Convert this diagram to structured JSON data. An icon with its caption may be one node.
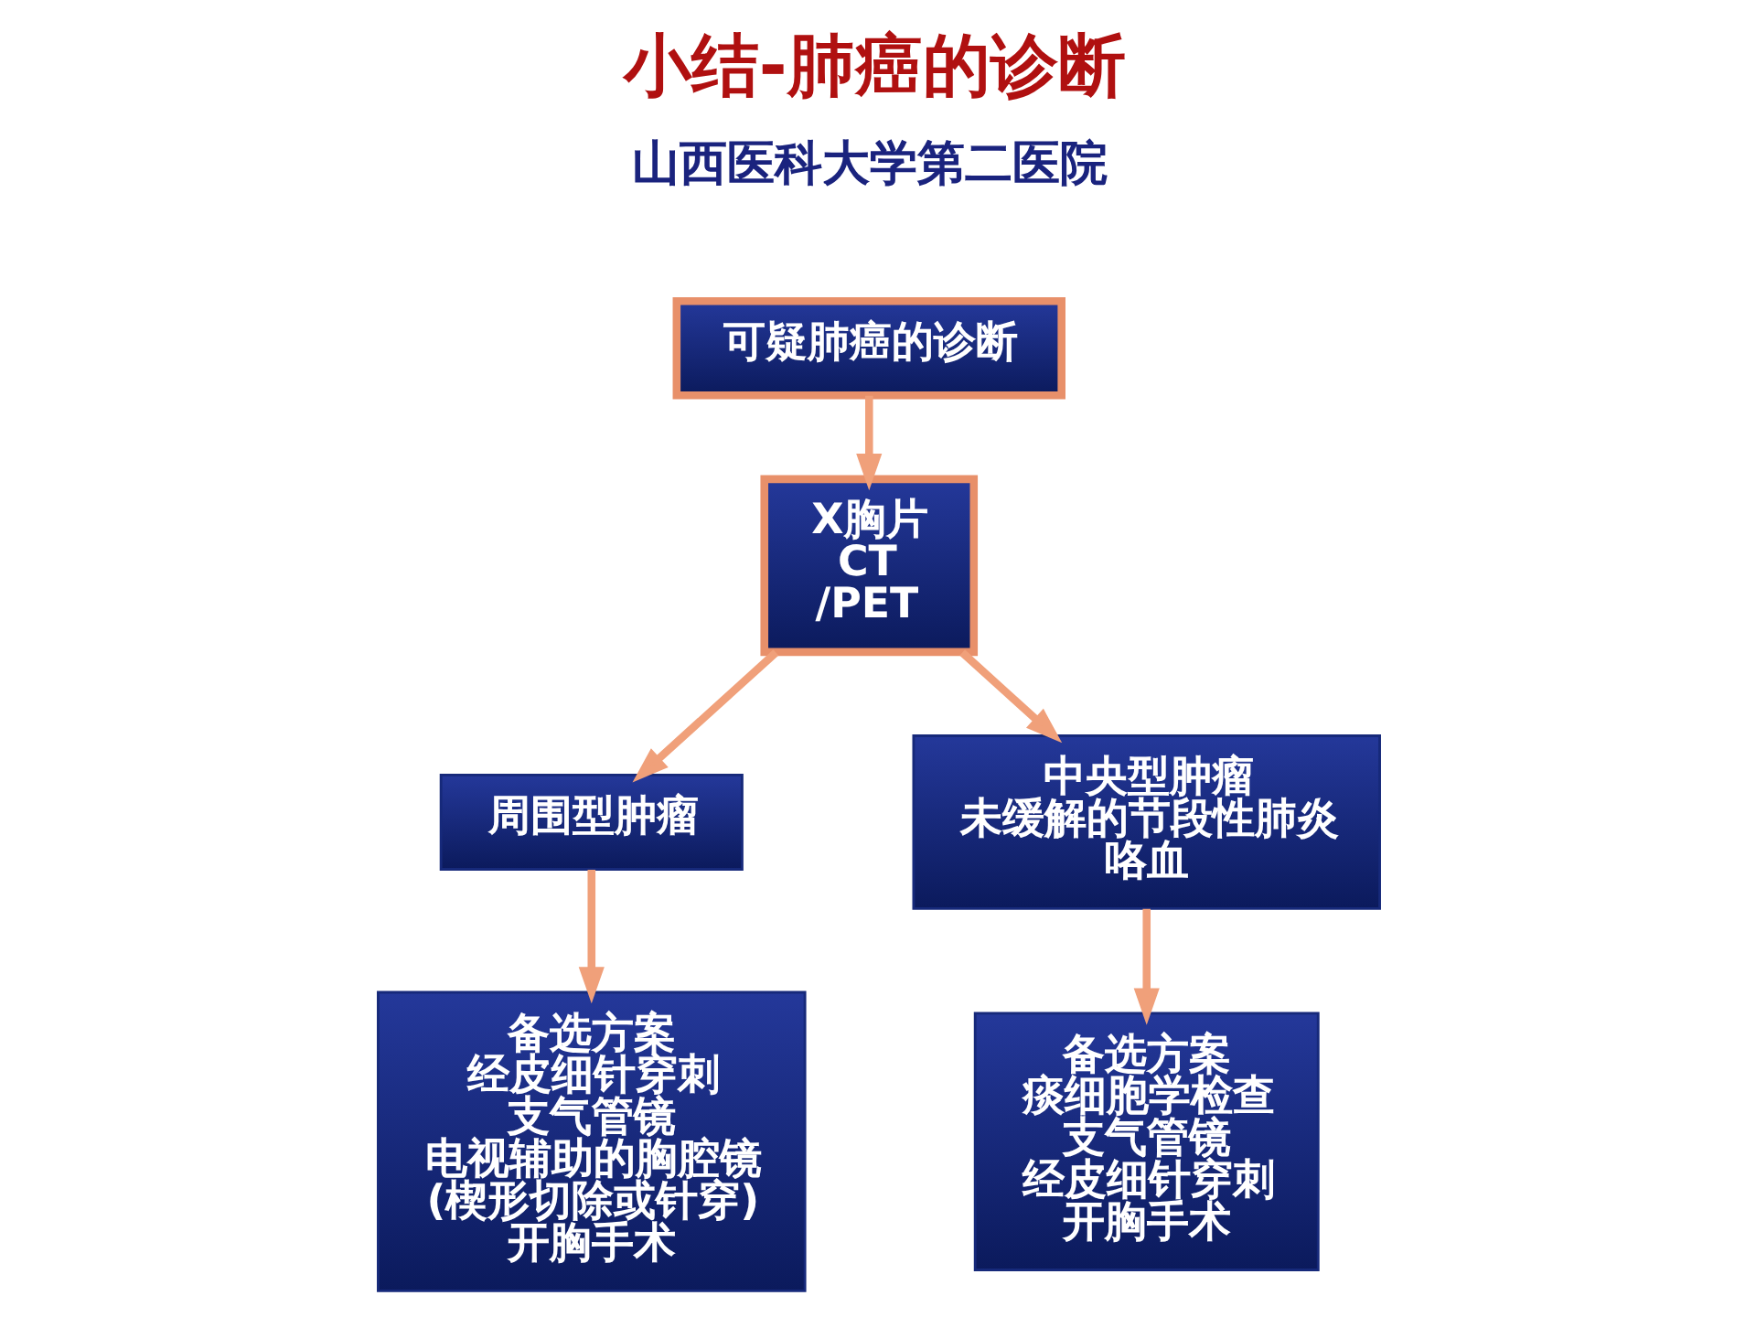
{
  "diagram": {
    "title": "小结-肺癌的诊断",
    "nodes": [
      {
        "text": [
          "可疑肺癌的诊断"
        ]
      },
      {
        "text": [
          "X胸片",
          "CT",
          "/PET"
        ]
      },
      {
        "text": [
          "周围型肿瘤"
        ]
      },
      {
        "text": [
          "中央型肿瘤",
          "未缓解的节段性肺炎",
          "咯血"
        ]
      },
      {
        "text": [
          "备选方案",
          "经皮细针穿刺",
          "支气管镜",
          "电视辅助的胸腔镜",
          "(楔形切除或针穿)",
          "开胸手术"
        ]
      },
      {
        "text": [
          "备选方案",
          "痰细胞学检查",
          "支气管镜",
          "经皮细针穿刺",
          "开胸手术"
        ]
      }
    ],
    "edges": [
      {
        "from": 0,
        "to": 1,
        "arrow": "to"
      },
      {
        "from": 1,
        "to": 2,
        "arrow": "to"
      },
      {
        "from": 1,
        "to": 3,
        "arrow": "to"
      },
      {
        "from": 2,
        "to": 4,
        "arrow": "to"
      },
      {
        "from": 3,
        "to": 5,
        "arrow": "to"
      }
    ],
    "labels": [
      "山西医科大学第二医院"
    ]
  }
}
